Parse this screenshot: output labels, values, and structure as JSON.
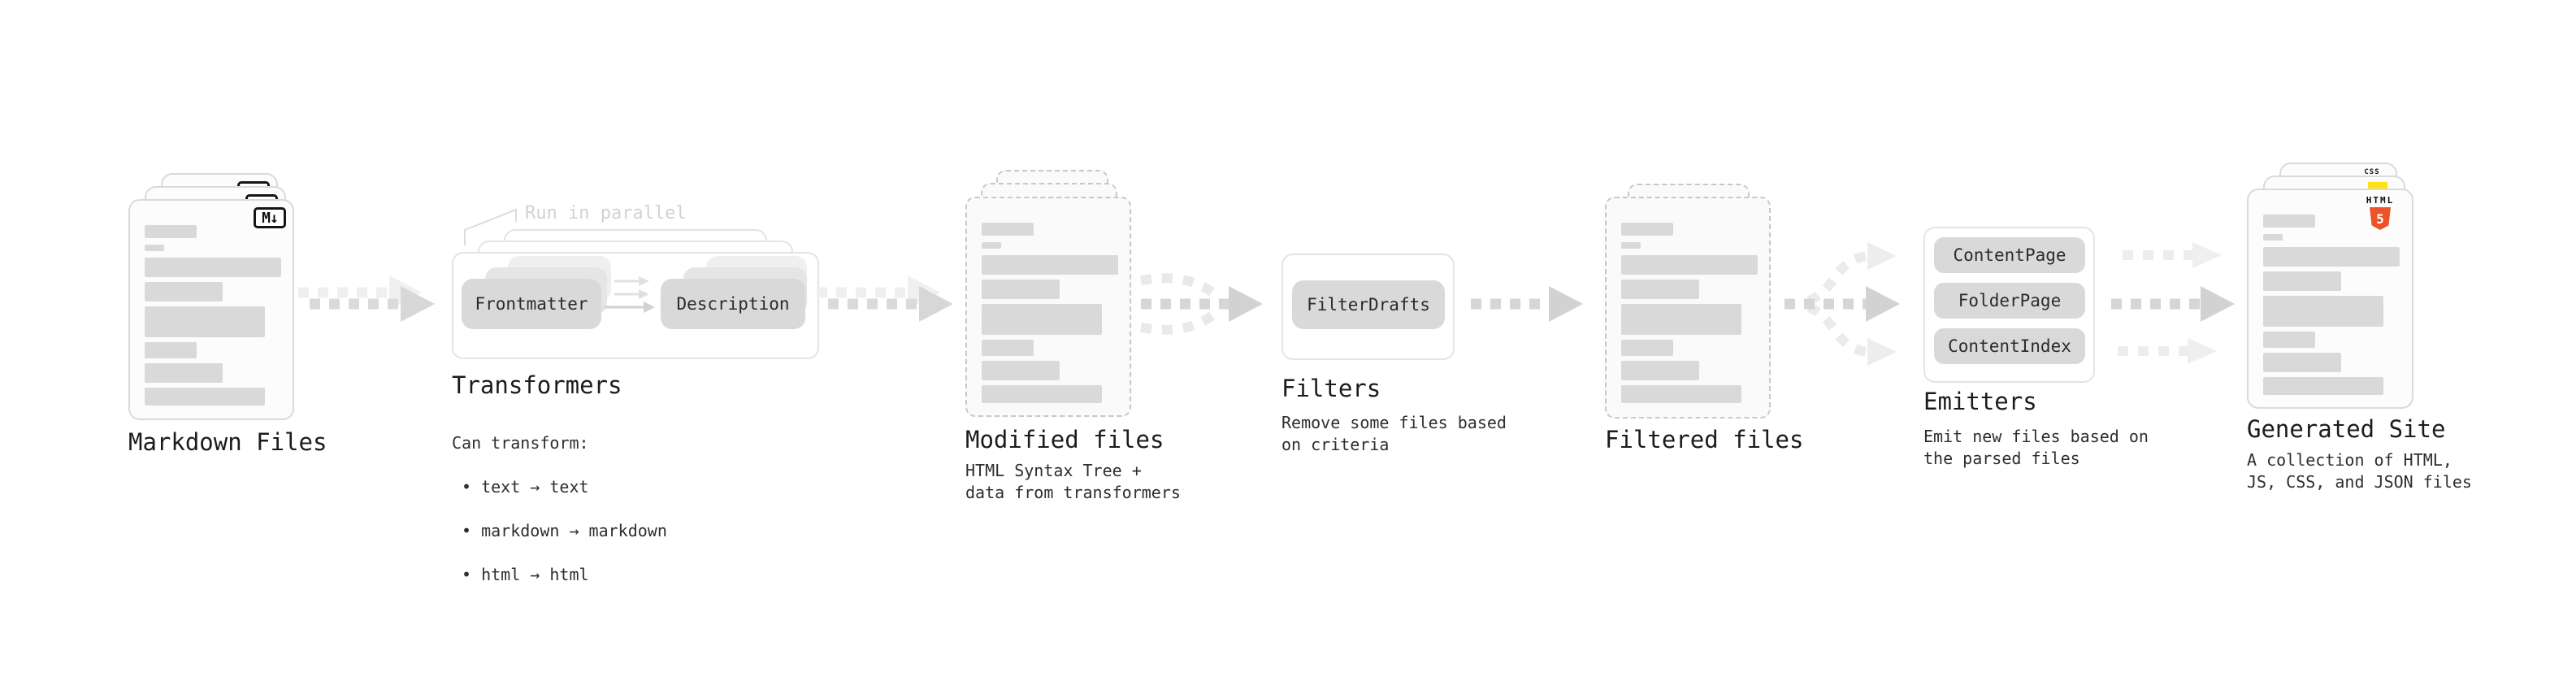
{
  "stages": {
    "markdown": {
      "label": "Markdown Files",
      "badge": "M↓"
    },
    "transformers": {
      "label": "Transformers",
      "annotation": "Run in parallel",
      "pill_a": "Frontmatter",
      "pill_b": "Description",
      "sub_title": "Can transform:",
      "bullets": [
        "• text → text",
        "• markdown → markdown",
        "• html → html"
      ]
    },
    "modified": {
      "label": "Modified files",
      "sub": "HTML Syntax Tree +\ndata from transformers"
    },
    "filters": {
      "label": "Filters",
      "pill": "FilterDrafts",
      "sub": "Remove some files based\non criteria"
    },
    "filtered": {
      "label": "Filtered files"
    },
    "emitters": {
      "label": "Emitters",
      "pills": [
        "ContentPage",
        "FolderPage",
        "ContentIndex"
      ],
      "sub": "Emit new files based on\nthe parsed files"
    },
    "generated": {
      "label": "Generated Site",
      "sub": "A collection of HTML,\nJS, CSS, and JSON files",
      "badge_html": "HTML",
      "badge_html_number": "5",
      "badge_css": "CSS"
    }
  },
  "colors": {
    "html5_orange": "#eb5328",
    "js_yellow": "#ffe014",
    "css_blue": "#2f6bf0",
    "pill_gray": "#d9d9d9",
    "arrow_gray": "#d6d6d6"
  }
}
